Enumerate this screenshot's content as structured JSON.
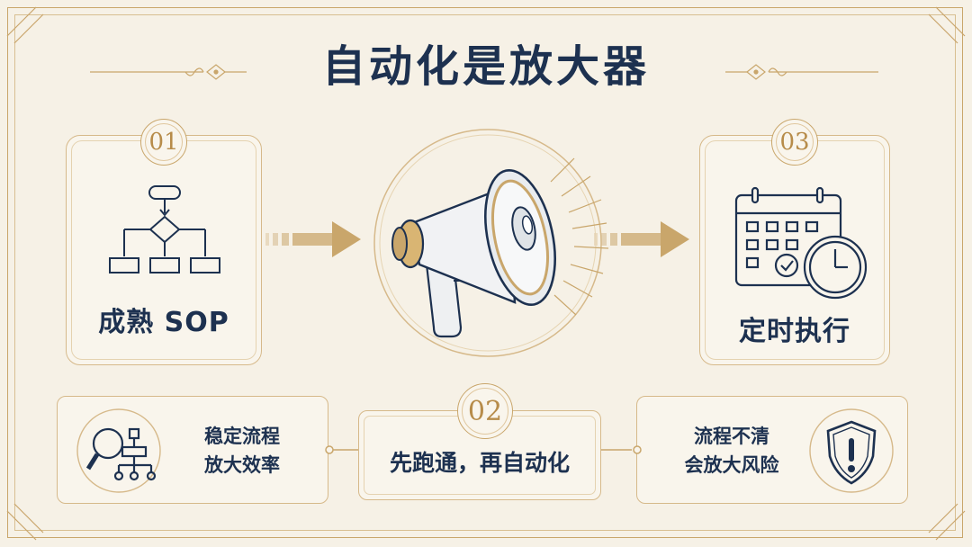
{
  "title": "自动化是放大器",
  "steps": [
    {
      "number": "01",
      "label": "成熟 SOP"
    },
    {
      "number": "02",
      "label": "先跑通，再自动化"
    },
    {
      "number": "03",
      "label": "定时执行"
    }
  ],
  "side_notes": {
    "left": {
      "line1": "稳定流程",
      "line2": "放大效率"
    },
    "right": {
      "line1": "流程不清",
      "line2": "会放大风险"
    }
  },
  "icons": {
    "flowchart": "flowchart-icon",
    "megaphone": "megaphone-icon",
    "calendar_clock": "calendar-clock-icon",
    "magnifier_flow": "magnifier-flowchart-icon",
    "shield_warning": "shield-warning-icon"
  },
  "colors": {
    "navy": "#1d3150",
    "gold": "#c9a66b",
    "background": "#f6f1e6"
  }
}
